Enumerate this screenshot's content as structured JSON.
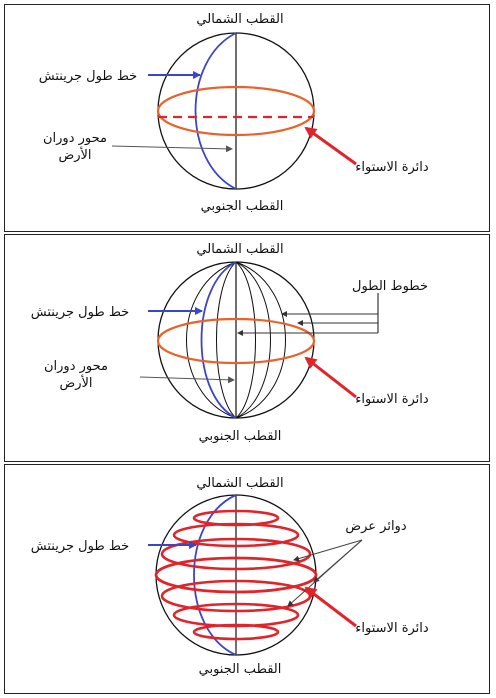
{
  "colors": {
    "outline": "#111111",
    "meridian": "#3a45c8",
    "equator": "#e8622a",
    "latitude": "#e0242a",
    "arrow_blue": "#3a45c8",
    "arrow_red": "#e0242a",
    "arrow_gray": "#555555"
  },
  "panels": [
    {
      "north_pole": "القطب الشمالي",
      "south_pole": "القطب الجنوبي",
      "greenwich": "خط طول جرينتش",
      "axis_line1": "محور دوران",
      "axis_line2": "الأرض",
      "equator": "دائرة الاستواء"
    },
    {
      "north_pole": "القطب الشمالي",
      "south_pole": "القطب الجنوبي",
      "greenwich": "خط طول جرينتش",
      "axis_line1": "محور دوران",
      "axis_line2": "الأرض",
      "equator": "دائرة الاستواء",
      "longitudes": "خطوط الطول"
    },
    {
      "north_pole": "القطب الشمالي",
      "south_pole": "القطب الجنوبي",
      "greenwich": "خط طول جرينتش",
      "equator": "دائرة الاستواء",
      "latitudes": "دوائر عرض"
    }
  ]
}
